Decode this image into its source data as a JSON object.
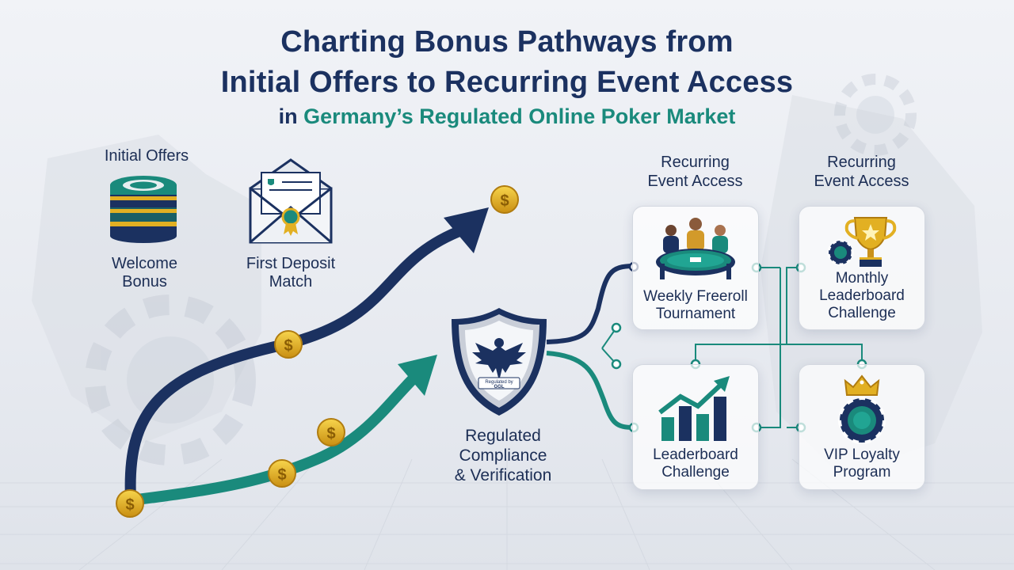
{
  "title": {
    "line1": "Charting Bonus Pathways from",
    "line2": "Initial Offers to Recurring Event Access",
    "line3_prefix": "in",
    "line3_accent": "Germany’s Regulated Online Poker Market"
  },
  "initial_offers": {
    "heading": "Initial Offers",
    "items": [
      {
        "line1": "Welcome",
        "line2": "Bonus",
        "icon": "chip-stack-icon"
      },
      {
        "line1": "First Deposit",
        "line2": "Match",
        "icon": "envelope-icon"
      }
    ]
  },
  "compliance": {
    "line1": "Regulated",
    "line2": "Compliance",
    "line3": "& Verification",
    "badge_text1": "Regulated by",
    "badge_text2": "GGL",
    "icon": "shield-eagle-icon"
  },
  "recurring": {
    "heading_left": {
      "line1": "Recurring",
      "line2": "Event Access"
    },
    "heading_right": {
      "line1": "Recurring",
      "line2": "Event Access"
    },
    "cards": [
      {
        "line1": "Weekly Freeroll",
        "line2": "Tournament",
        "icon": "poker-table-icon"
      },
      {
        "line1": "Monthly",
        "line2": "Leaderboard",
        "line3": "Challenge",
        "icon": "trophy-icon"
      },
      {
        "line1": "Leaderboard",
        "line2": "Challenge",
        "icon": "bar-chart-icon"
      },
      {
        "line1": "VIP Loyalty",
        "line2": "Program",
        "icon": "crown-chip-icon"
      }
    ]
  },
  "colors": {
    "navy": "#1b3160",
    "teal": "#1a8a7c",
    "gold": "#e2b023"
  }
}
